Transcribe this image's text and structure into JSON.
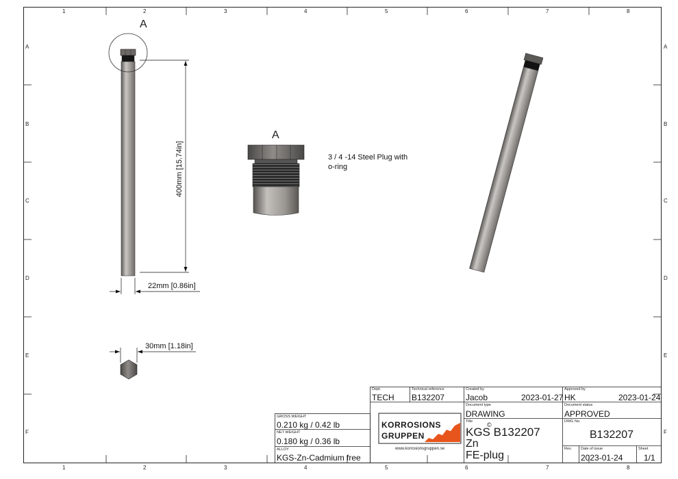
{
  "zones": {
    "columns": [
      "1",
      "2",
      "3",
      "4",
      "5",
      "6",
      "7",
      "8"
    ],
    "rows": [
      "A",
      "B",
      "C",
      "D",
      "E",
      "F"
    ]
  },
  "views": {
    "detail_callout": "A",
    "detail_title": "A",
    "plug_note": [
      "3 / 4 -14 Steel Plug with",
      "o-ring"
    ]
  },
  "dimensions": {
    "length": "400mm [15.74in]",
    "diameter": "22mm [0.86in]",
    "hex": "30mm [1.18in]"
  },
  "weights": {
    "gross_label": "GROSS WEIGHT",
    "gross_value": "0.210 kg / 0.42 lb",
    "net_label": "NET WEIGHT",
    "net_value": "0.180 kg / 0.36 lb",
    "alloy_label": "ALLOY",
    "alloy_value": "KGS-Zn-Cadmium free"
  },
  "title_block": {
    "dept_label": "Dept.",
    "dept": "TECH",
    "techref_label": "Technical reference",
    "techref": "B132207",
    "created_label": "Created by",
    "created_by": "Jacob",
    "created_date": "2023-01-27",
    "approved_label": "Approved by",
    "approved_by": "HK",
    "approved_date": "2023-01-24",
    "doctype_label": "Document type",
    "doctype": "DRAWING",
    "docstatus_label": "Document status",
    "docstatus": "APPROVED",
    "title_label": "Title",
    "title_line1": "KGS B132207",
    "copyright": "©",
    "title_line2": "Zn",
    "title_line3": "FE-plug",
    "dwg_label": "DWG No.",
    "dwg_no": "B132207",
    "rev_label": "Rev.",
    "issue_label": "Date of issue",
    "issue_date": "2023-01-24",
    "sheet_label": "Sheet",
    "sheet": "1/1",
    "logo_line1": "KORROSIONS",
    "logo_line2": "GRUPPEN",
    "logo_url": "www.korrosionsgruppen.se"
  },
  "colors": {
    "rod_light": "#c9c7c3",
    "rod_dark": "#6f6c69",
    "plug_dark": "#2a2a2a",
    "logo_orange": "#e8551c"
  }
}
